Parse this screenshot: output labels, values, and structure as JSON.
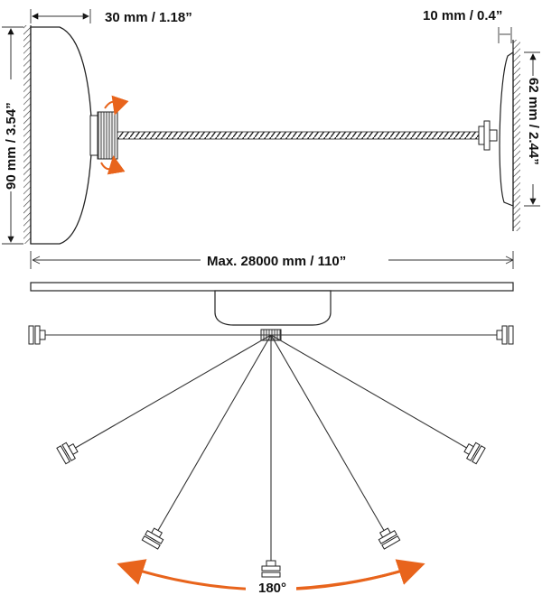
{
  "labels": {
    "housing_depth": "30 mm / 1.18”",
    "receiver_depth": "10 mm / 0.4”",
    "housing_diameter": "90 mm / 3.54”",
    "receiver_diameter": "62 mm / 2.44”",
    "max_length": "Max. 28000 mm / 110”",
    "rotation_angle": "180°"
  },
  "colors": {
    "accent": "#e8641c",
    "line": "#222222",
    "text": "#111111"
  },
  "fan_angles_deg": [
    0,
    30,
    60,
    90,
    120,
    150,
    180
  ]
}
